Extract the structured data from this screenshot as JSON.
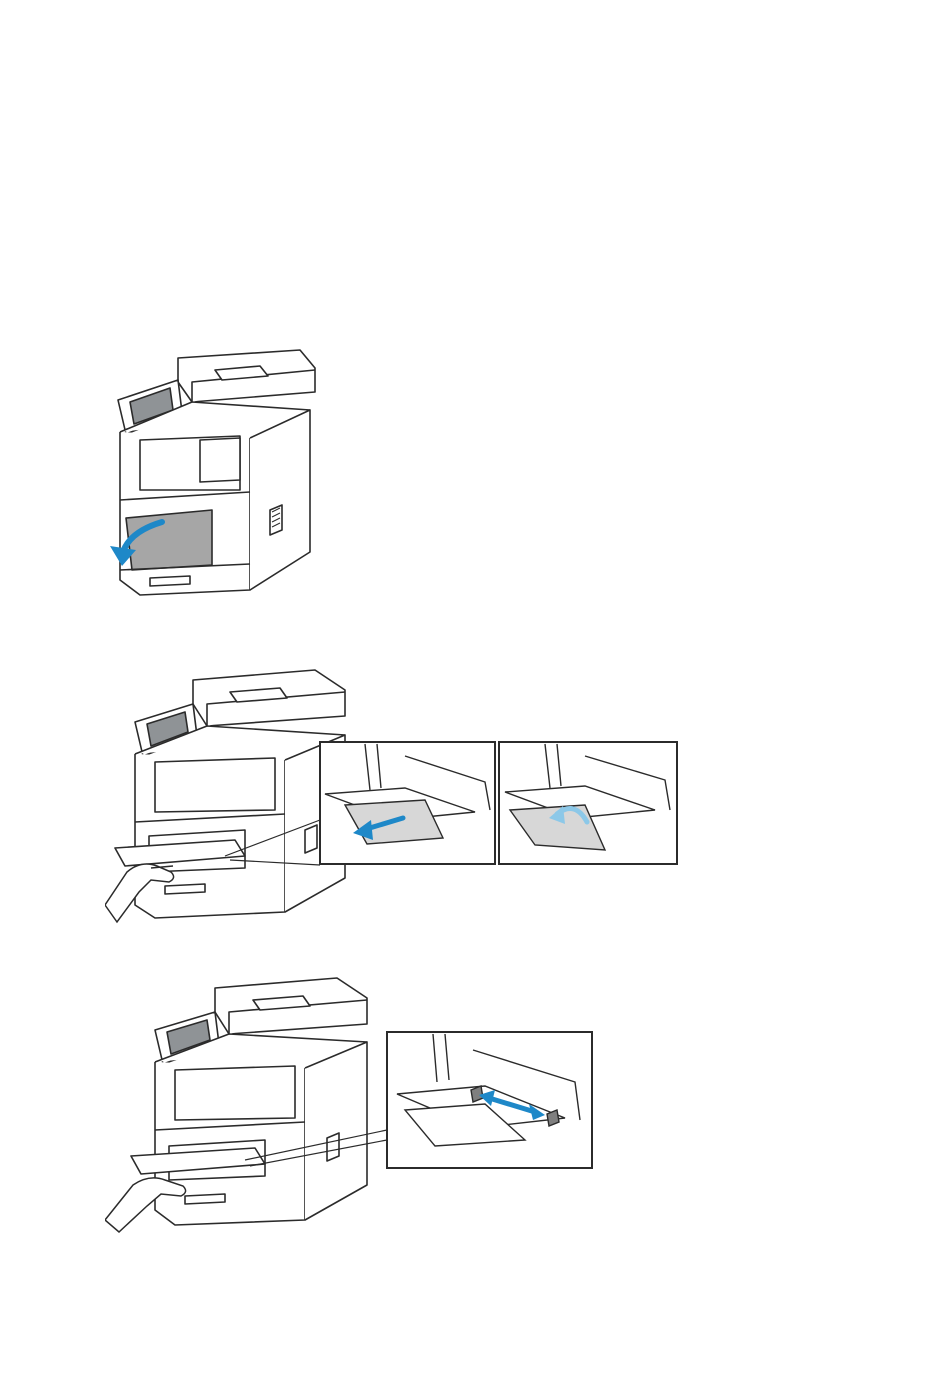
{
  "page": {
    "background": "#ffffff"
  },
  "colors": {
    "line": "#2b2b2b",
    "panel_gray": "#a6a6a6",
    "screen_gray": "#8f9396",
    "arrow_blue": "#1e88c8",
    "arrow_light_blue": "#8cc8e8"
  },
  "figures": [
    {
      "id": "step-open-bypass-tray",
      "icons": [
        "printer-icon",
        "curved-down-arrow-icon"
      ]
    },
    {
      "id": "step-pull-extension",
      "icons": [
        "printer-icon",
        "hand-icon",
        "straight-arrow-icon",
        "rotate-arrow-icon"
      ]
    },
    {
      "id": "step-adjust-guides",
      "icons": [
        "printer-icon",
        "hand-icon",
        "double-arrow-icon"
      ]
    }
  ]
}
